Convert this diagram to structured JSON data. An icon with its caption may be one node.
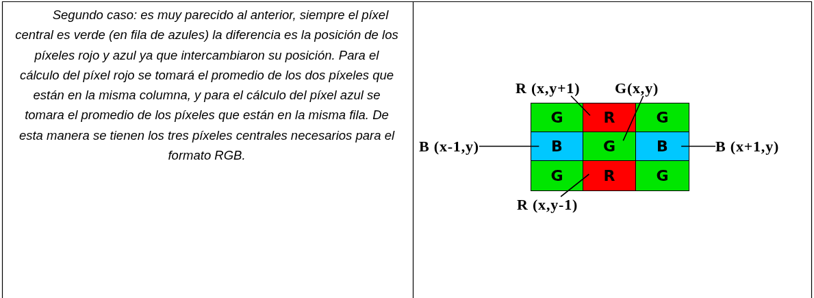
{
  "diagram": {
    "nodes": [
      {
        "text": [
          "R (x,y+1)"
        ]
      },
      {
        "text": [
          "G(x,y)"
        ]
      },
      {
        "text": [
          "G"
        ]
      },
      {
        "text": [
          "R"
        ]
      },
      {
        "text": [
          "G"
        ]
      },
      {
        "text": [
          "B (x-1,y)"
        ]
      },
      {
        "text": [
          "B"
        ]
      },
      {
        "text": [
          "G"
        ]
      },
      {
        "text": [
          "B"
        ]
      },
      {
        "text": [
          "B (x+1,y)"
        ]
      },
      {
        "text": [
          "G"
        ]
      },
      {
        "text": [
          "R"
        ]
      },
      {
        "text": [
          "G"
        ]
      },
      {
        "text": [
          "R (x,y-1)"
        ]
      }
    ],
    "edges": [
      {
        "from": 0,
        "to": 3,
        "arrow": "none"
      },
      {
        "from": 1,
        "to": 7,
        "arrow": "none"
      },
      {
        "from": 5,
        "to": 6,
        "arrow": "none"
      },
      {
        "from": 9,
        "to": 8,
        "arrow": "none"
      },
      {
        "from": 13,
        "to": 11,
        "arrow": "none"
      }
    ],
    "labels": [
      "Segundo caso: es muy parecido al anterior, siempre el píxel central es verde (en fila de azules) la diferencia es la posición de los píxeles rojo y azul ya que intercambiaron su posición. Para el cálculo del píxel rojo se tomará el promedio de los dos píxeles que están en la misma columna, y para el cálculo del píxel azul se tomara el promedio de los píxeles que están en la misma fila. De esta manera se tienen los tres píxeles centrales necesarios para el formato RGB."
    ]
  }
}
